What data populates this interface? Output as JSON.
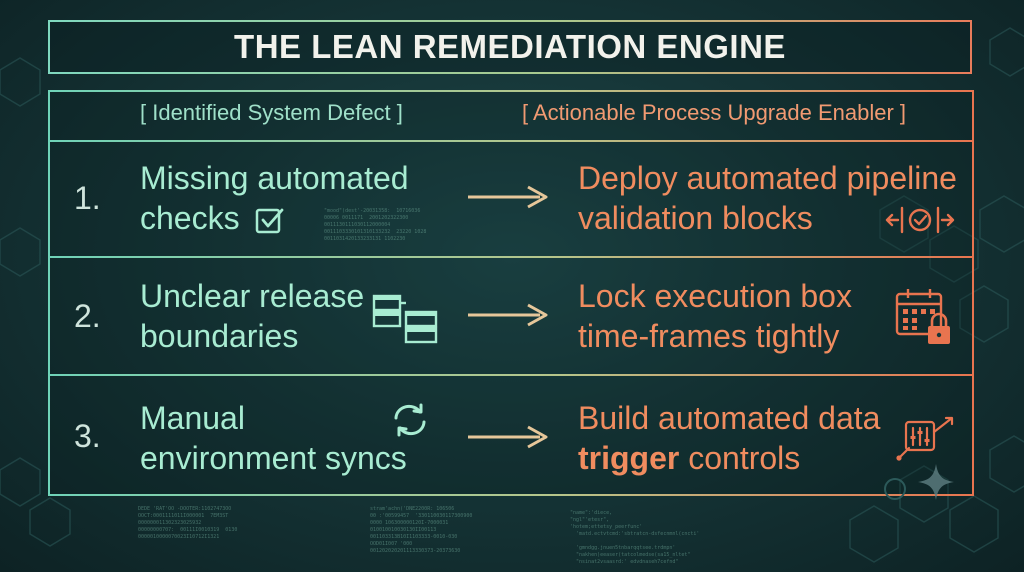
{
  "title": "THE LEAN REMEDIATION ENGINE",
  "headers": {
    "left": "[ Identified System Defect ]",
    "right": "[ Actionable Process Upgrade Enabler ]"
  },
  "rows": [
    {
      "number": "1.",
      "defect_line1": "Missing automated",
      "defect_line2": "checks",
      "defect_icon": "checkbox-icon",
      "fix_line1": "Deploy automated pipeline",
      "fix_line2": "validation blocks",
      "fix_icon": "pipeline-validation-icon"
    },
    {
      "number": "2.",
      "defect_line1": "Unclear release",
      "defect_line2": "boundaries",
      "defect_icon": "boundary-blocks-icon",
      "fix_line1": "Lock execution box",
      "fix_line2": "time-frames tightly",
      "fix_icon": "calendar-lock-icon"
    },
    {
      "number": "3.",
      "defect_line1": "Manual",
      "defect_line2": "environment syncs",
      "defect_icon": "sync-icon",
      "fix_line1": "Build automated data",
      "fix_line2_bold": "trigger",
      "fix_line2_rest": " controls",
      "fix_icon": "automation-trigger-icon"
    }
  ],
  "colors": {
    "accent_teal": "#a8ecd2",
    "accent_orange": "#f08c5f",
    "arrow": "#e6c79a",
    "background": "#163638"
  }
}
